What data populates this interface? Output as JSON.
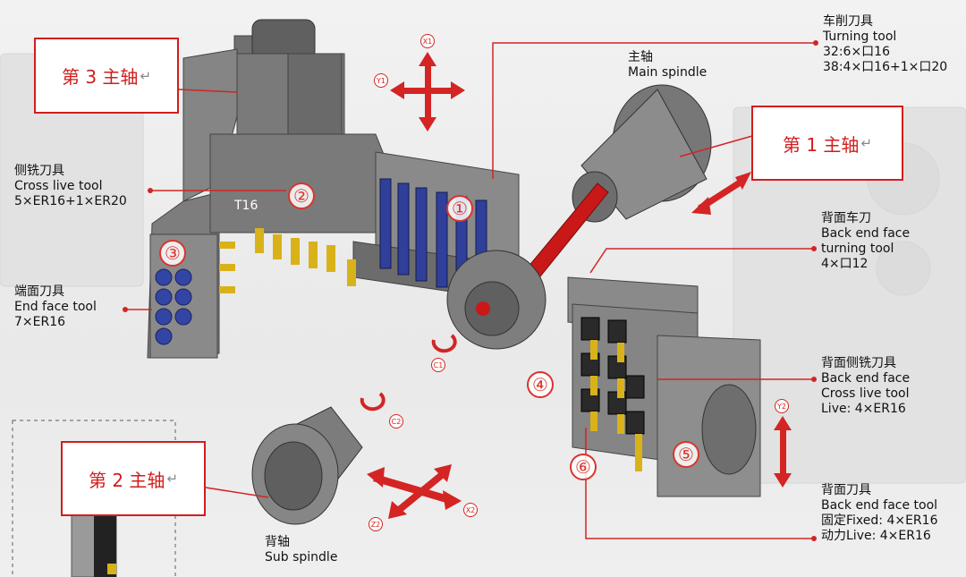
{
  "callouts": {
    "spindle1": "第 1 主轴",
    "spindle2": "第 2 主轴",
    "spindle3": "第 3 主轴",
    "return_mark": "↵"
  },
  "labels": {
    "turning": {
      "cn": "车削刀具",
      "en": "Turning tool",
      "l1": "32:6×口16",
      "l2": "38:4×口16+1×口20"
    },
    "main_spindle": {
      "cn": "主轴",
      "en": "Main spindle"
    },
    "cross_live": {
      "cn": "侧铣刀具",
      "en": "Cross live tool",
      "spec": "5×ER16+1×ER20"
    },
    "end_face": {
      "cn": "端面刀具",
      "en": "End face tool",
      "spec": "7×ER16"
    },
    "back_turning": {
      "cn": "背面车刀",
      "en1": "Back end face",
      "en2": "turning tool",
      "spec": "4×口12"
    },
    "back_cross": {
      "cn": "背面侧铣刀具",
      "en1": "Back end face",
      "en2": "Cross live tool",
      "spec": "Live: 4×ER16"
    },
    "back_tool": {
      "cn": "背面刀具",
      "en": "Back end face tool",
      "fixed": "固定Fixed: 4×ER16",
      "live": "动力Live: 4×ER16"
    },
    "sub_spindle": {
      "cn": "背轴",
      "en": "Sub spindle"
    },
    "t16": "T16"
  },
  "numbers": [
    "①",
    "②",
    "③",
    "④",
    "⑤",
    "⑥"
  ],
  "axes": {
    "x1": "X1",
    "y1": "Y1",
    "c1": "C1",
    "c2": "C2",
    "x2": "X2",
    "z2": "Z2",
    "y2": "Y2"
  },
  "colors": {
    "accent": "#d21d1d",
    "metal": "#7d7d7d",
    "tool_blue": "#2f3f9a",
    "bit_yellow": "#d9b21a",
    "rod_red": "#c81818"
  }
}
